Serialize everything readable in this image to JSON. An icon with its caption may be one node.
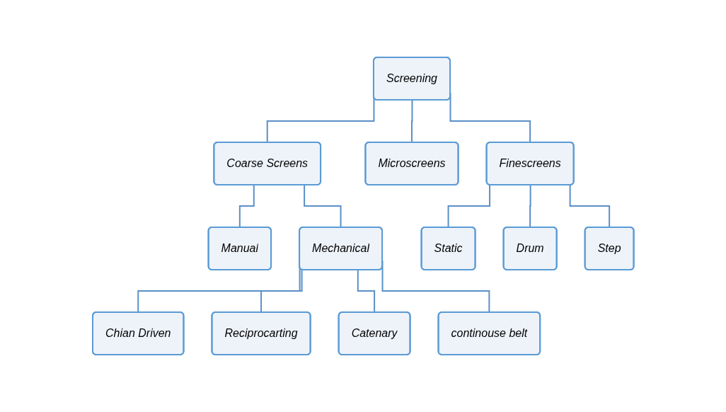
{
  "diagram": {
    "nodes": [
      {
        "text": [
          "Screening"
        ]
      },
      {
        "text": [
          "Coarse Screens"
        ]
      },
      {
        "text": [
          "Microscreens"
        ]
      },
      {
        "text": [
          "Finescreens"
        ]
      },
      {
        "text": [
          "Manual"
        ]
      },
      {
        "text": [
          "Mechanical"
        ]
      },
      {
        "text": [
          "Static"
        ]
      },
      {
        "text": [
          "Drum"
        ]
      },
      {
        "text": [
          "Step"
        ]
      },
      {
        "text": [
          "Chian Driven"
        ]
      },
      {
        "text": [
          "Reciprocarting"
        ]
      },
      {
        "text": [
          "Catenary"
        ]
      },
      {
        "text": [
          "continouse belt"
        ]
      }
    ],
    "edges": [
      {
        "from": 0,
        "to": 1,
        "arrow": "none"
      },
      {
        "from": 0,
        "to": 2,
        "arrow": "none"
      },
      {
        "from": 0,
        "to": 3,
        "arrow": "none"
      },
      {
        "from": 1,
        "to": 4,
        "arrow": "none"
      },
      {
        "from": 1,
        "to": 5,
        "arrow": "none"
      },
      {
        "from": 3,
        "to": 6,
        "arrow": "none"
      },
      {
        "from": 3,
        "to": 7,
        "arrow": "none"
      },
      {
        "from": 3,
        "to": 8,
        "arrow": "none"
      },
      {
        "from": 5,
        "to": 9,
        "arrow": "none"
      },
      {
        "from": 5,
        "to": 10,
        "arrow": "none"
      },
      {
        "from": 5,
        "to": 11,
        "arrow": "none"
      },
      {
        "from": 5,
        "to": 12,
        "arrow": "none"
      }
    ]
  }
}
